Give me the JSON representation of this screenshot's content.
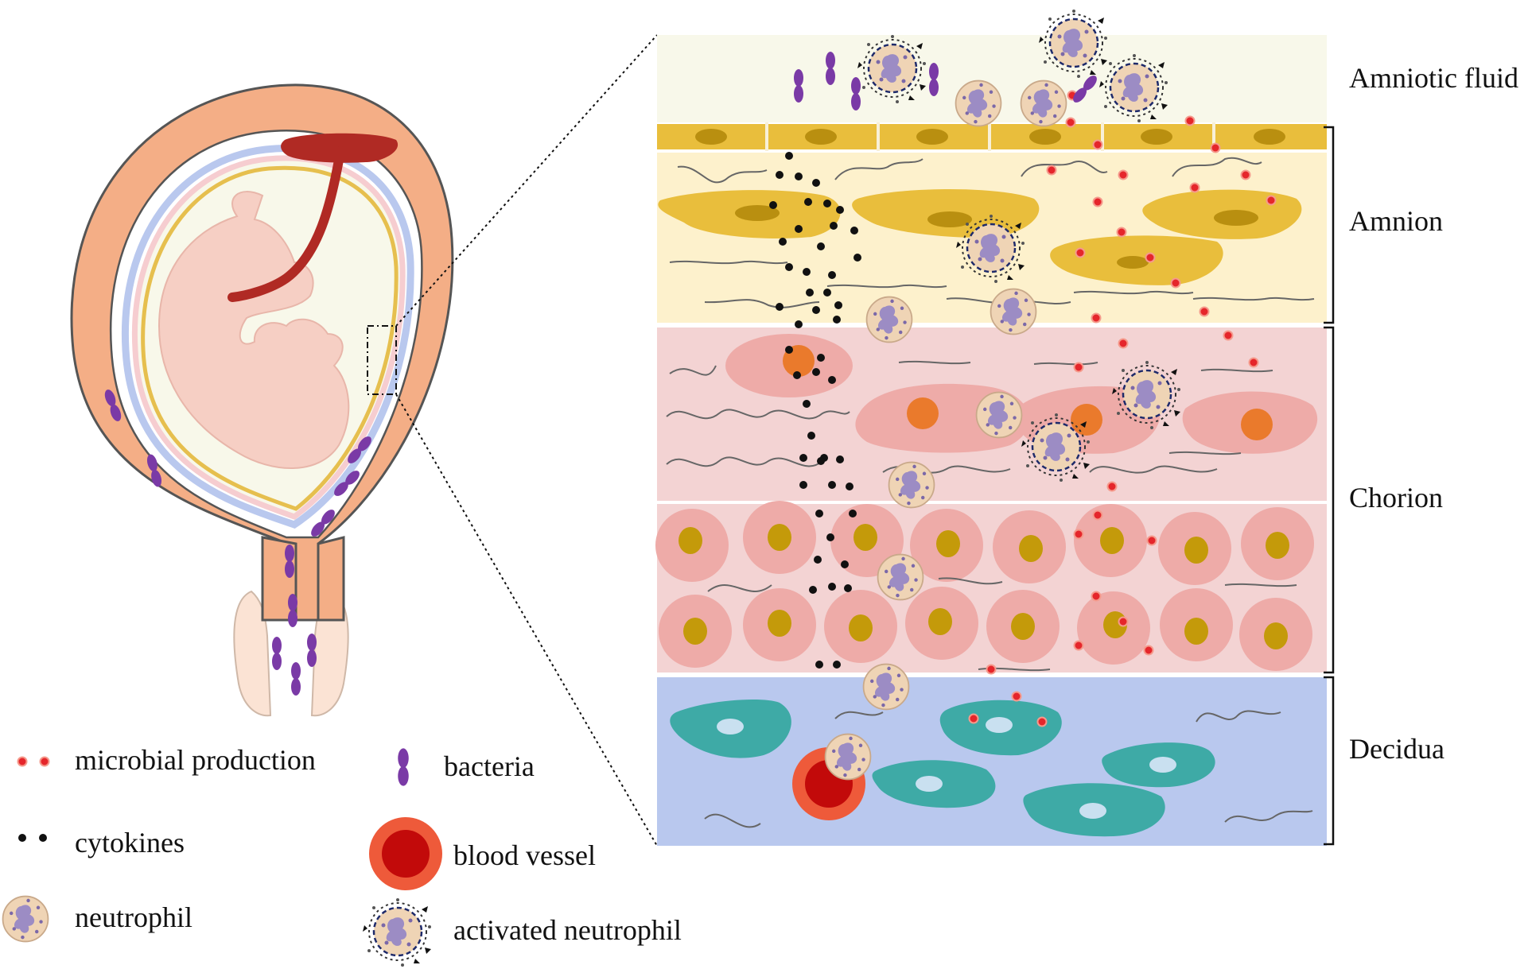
{
  "layers": {
    "amniotic_fluid": "Amniotic fluid",
    "amnion": "Amnion",
    "chorion": "Chorion",
    "decidua": "Decidua"
  },
  "legend": {
    "microbial_production": "microbial production",
    "bacteria": "bacteria",
    "cytokines": "cytokines",
    "blood_vessel": "blood vessel",
    "neutrophil": "neutrophil",
    "activated_neutrophil": "activated neutrophil"
  },
  "colors": {
    "uterus_wall": "#f4ae86",
    "placenta": "#b02a24",
    "amniotic_fluid_bg": "#f8f8ea",
    "amnion_bg": "#fdf1cc",
    "amnion_cell": "#e9be3c",
    "chorion_bg": "#f3d3d3",
    "chorion_cell": "#eeaba8",
    "decidua_bg": "#b9c8ee",
    "decidua_cell": "#3eaaa6",
    "bacteria": "#7a3aa6",
    "microbe_dot": "#e5262b",
    "blood_vessel": "#c20a0a",
    "neutrophil": "#efd4b5"
  }
}
